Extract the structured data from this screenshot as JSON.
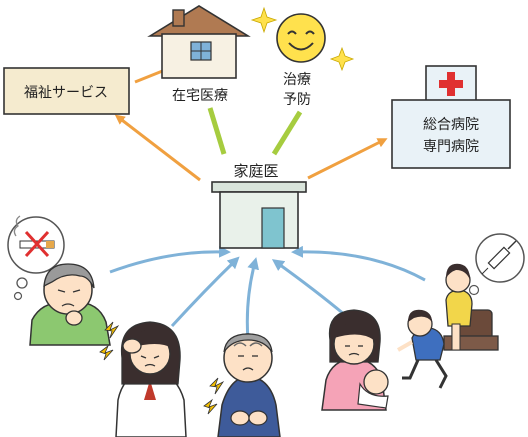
{
  "center": {
    "label": "家庭医"
  },
  "welfare": {
    "label": "福祉サービス"
  },
  "home_care": {
    "label": "在宅医療"
  },
  "prevention": {
    "line1": "治療",
    "line2": "予防"
  },
  "hospital": {
    "line1": "総合病院",
    "line2": "専門病院"
  },
  "colors": {
    "orange_arrow": "#f0a040",
    "green_line": "#a6cc3f",
    "blue_arrow": "#7fb2d8",
    "clinic_fill": "#e9f1ea",
    "hospital_fill": "#e9f2f7",
    "welfare_fill": "#f5ebcf",
    "smiley": "#ffe14d",
    "cross": "#e03030"
  },
  "icons": [
    "house-icon",
    "smiley-sun-icon",
    "sparkle-icon",
    "red-cross-icon",
    "no-smoking-icon",
    "syringe-icon",
    "headache-icon"
  ]
}
